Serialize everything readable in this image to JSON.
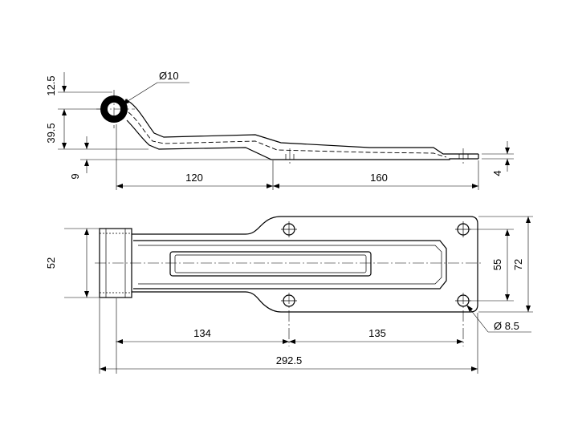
{
  "dimensions": {
    "d_12_5": "12.5",
    "d_39_5": "39.5",
    "d_9": "9",
    "d_phi10": "Ø10",
    "d_120": "120",
    "d_160": "160",
    "d_4": "4",
    "d_52": "52",
    "d_55": "55",
    "d_72": "72",
    "d_134": "134",
    "d_135": "135",
    "d_phi8_5": "Ø 8.5",
    "d_292_5": "292.5"
  }
}
